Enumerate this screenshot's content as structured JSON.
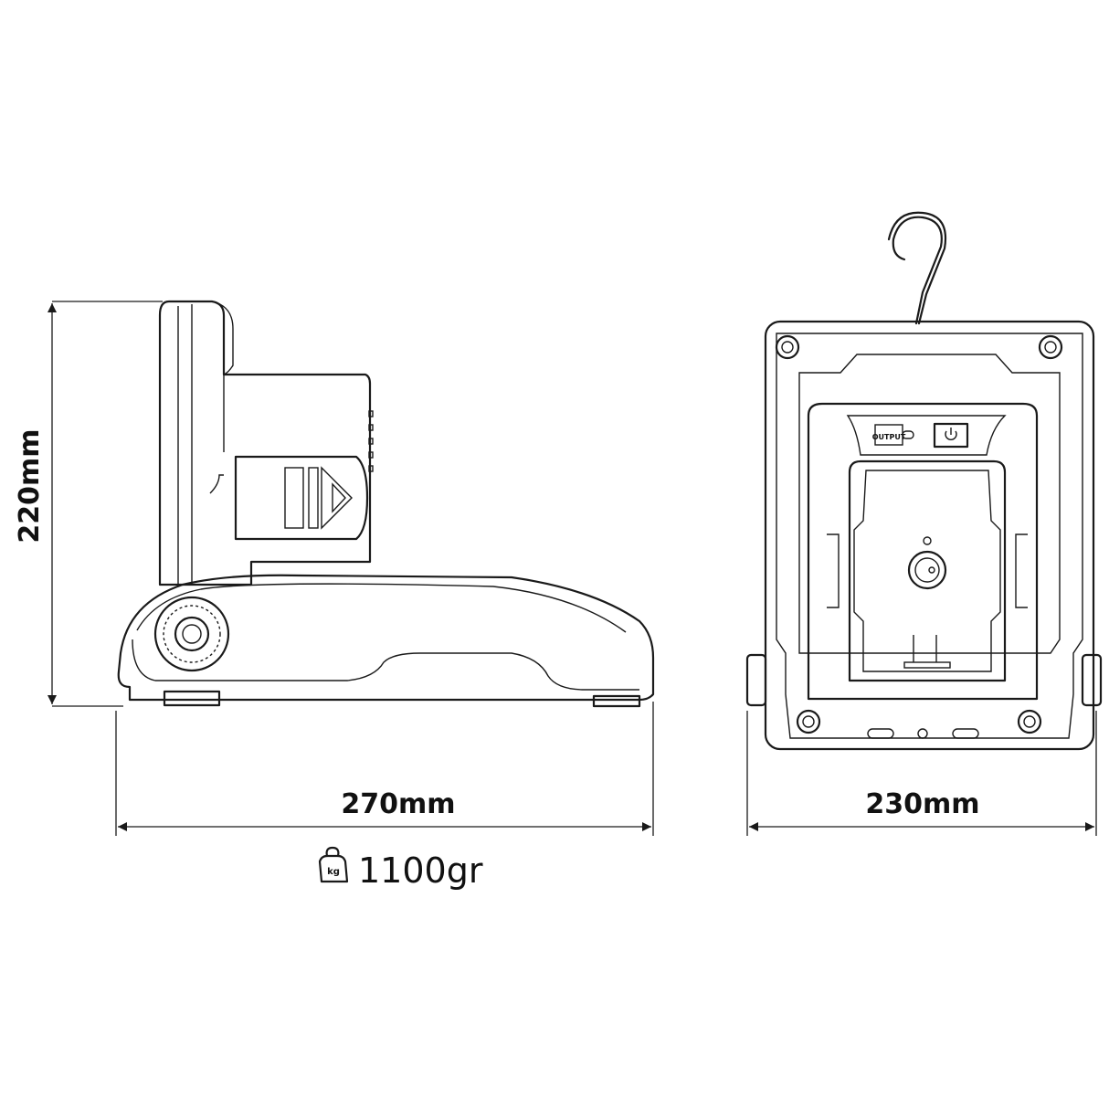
{
  "dimensions": {
    "height": "220mm",
    "depth": "270mm",
    "width": "230mm"
  },
  "weight": {
    "icon": "kg-weight-icon",
    "icon_text": "kg",
    "value": "1100gr"
  },
  "front_view": {
    "output_label": "OUTPUT",
    "power_icon": "power-icon"
  },
  "colors": {
    "line": "#1a1a1a",
    "background": "#ffffff"
  }
}
